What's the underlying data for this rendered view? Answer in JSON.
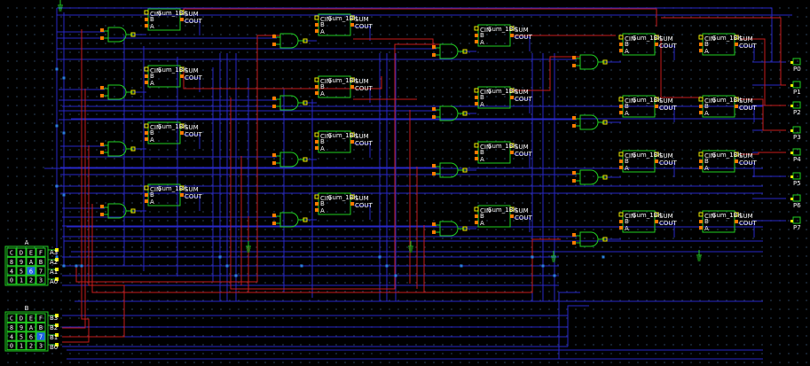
{
  "adder": {
    "name": "Sum_1Bit",
    "cin": "CIN",
    "b": "B",
    "a": "A",
    "sum": "SUM",
    "cout": "COUT"
  },
  "input_a": {
    "label": "A",
    "keypad": [
      "C",
      "D",
      "E",
      "F",
      "8",
      "9",
      "A",
      "B",
      "4",
      "5",
      "6",
      "7",
      "0",
      "1",
      "2",
      "3"
    ],
    "selected": "6",
    "pins": [
      "A3",
      "A2",
      "A1",
      "A0"
    ]
  },
  "input_b": {
    "label": "B",
    "keypad": [
      "C",
      "D",
      "E",
      "F",
      "8",
      "9",
      "A",
      "B",
      "4",
      "5",
      "6",
      "7",
      "0",
      "1",
      "2",
      "3"
    ],
    "selected": "7",
    "pins": [
      "B3",
      "B2",
      "B1",
      "B0"
    ]
  },
  "outputs": [
    "P0",
    "P1",
    "P2",
    "P3",
    "P4",
    "P5",
    "P6",
    "P7"
  ],
  "colors": {
    "wire_blue": "#2828c8",
    "wire_red": "#c81c1c",
    "component": "#22d022",
    "pin_in": "#f0f000",
    "pin_out": "#ff7a00",
    "background": "#000000"
  }
}
